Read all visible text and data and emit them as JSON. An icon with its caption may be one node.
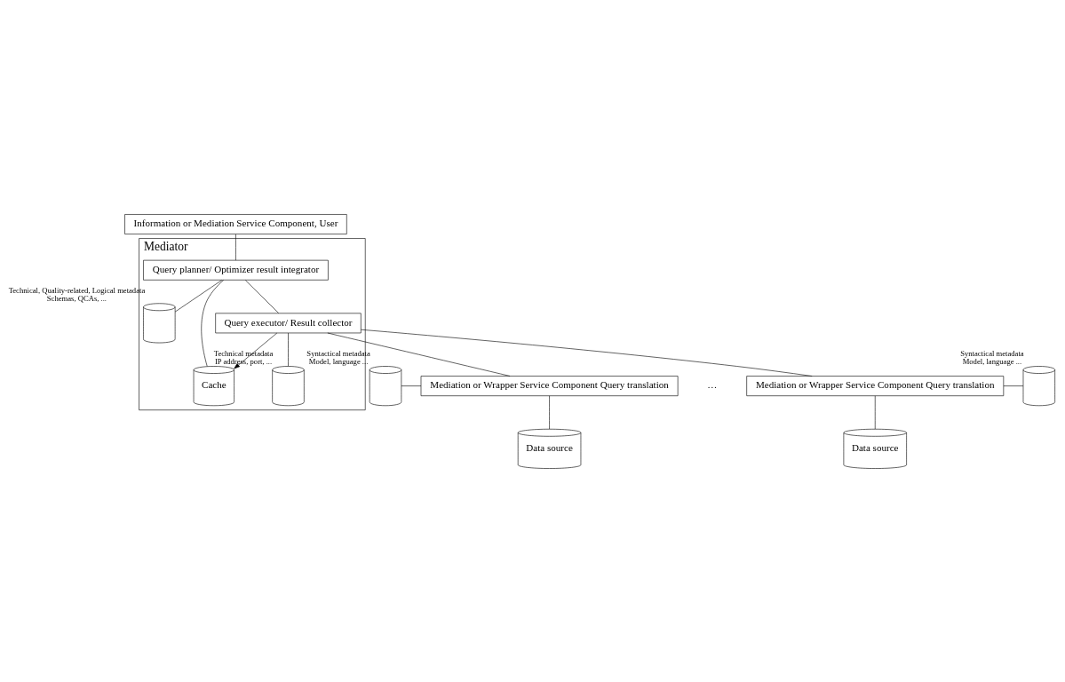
{
  "diagram": {
    "nodes": [
      {
        "text": [
          "Information or Mediation Service Component, User"
        ]
      },
      {
        "text": [
          "Mediator"
        ]
      },
      {
        "text": [
          "Query planner/ Optimizer result integrator"
        ],
        "in": 1
      },
      {
        "text": [],
        "shape": "cylinder",
        "in": 1,
        "beside": [
          "Technical, Quality-related, Logical metadata",
          "Schemas, QCAs, ..."
        ]
      },
      {
        "text": [
          "Cache"
        ],
        "in": 1
      },
      {
        "text": [
          "Query executor/ Result collector"
        ],
        "in": 1
      },
      {
        "text": [],
        "shape": "cylinder",
        "in": 1,
        "beside": [
          "Technical metadata",
          "IP address, port, ..."
        ]
      },
      {
        "text": [],
        "shape": "cylinder",
        "beside": [
          "Syntactical metadata",
          "Model, language ..."
        ]
      },
      {
        "text": [
          "Mediation or Wrapper Service Component Query translation"
        ]
      },
      {
        "text": [
          "Data source"
        ]
      },
      {
        "text": [
          "Mediation or Wrapper Service Component Query translation"
        ]
      },
      {
        "text": [
          "Data source"
        ]
      },
      {
        "text": [],
        "shape": "cylinder",
        "beside": [
          "Syntactical metadata",
          "Model, language ..."
        ]
      }
    ],
    "edges": [
      {
        "from": 0,
        "to": 2,
        "arrow": "none"
      },
      {
        "from": 2,
        "to": 3,
        "arrow": "none"
      },
      {
        "from": 2,
        "to": 4,
        "arrow": "none"
      },
      {
        "from": 2,
        "to": 5,
        "arrow": "none"
      },
      {
        "from": 5,
        "to": 4,
        "arrow": "to"
      },
      {
        "from": 5,
        "to": 6,
        "arrow": "none"
      },
      {
        "from": 5,
        "to": 8,
        "arrow": "none"
      },
      {
        "from": 5,
        "to": 10,
        "arrow": "none"
      },
      {
        "from": 7,
        "to": 8,
        "arrow": "none"
      },
      {
        "from": 8,
        "to": 9,
        "arrow": "none"
      },
      {
        "from": 10,
        "to": 11,
        "arrow": "none"
      },
      {
        "from": 10,
        "to": 12,
        "arrow": "none"
      }
    ],
    "labels": [
      "…"
    ]
  }
}
